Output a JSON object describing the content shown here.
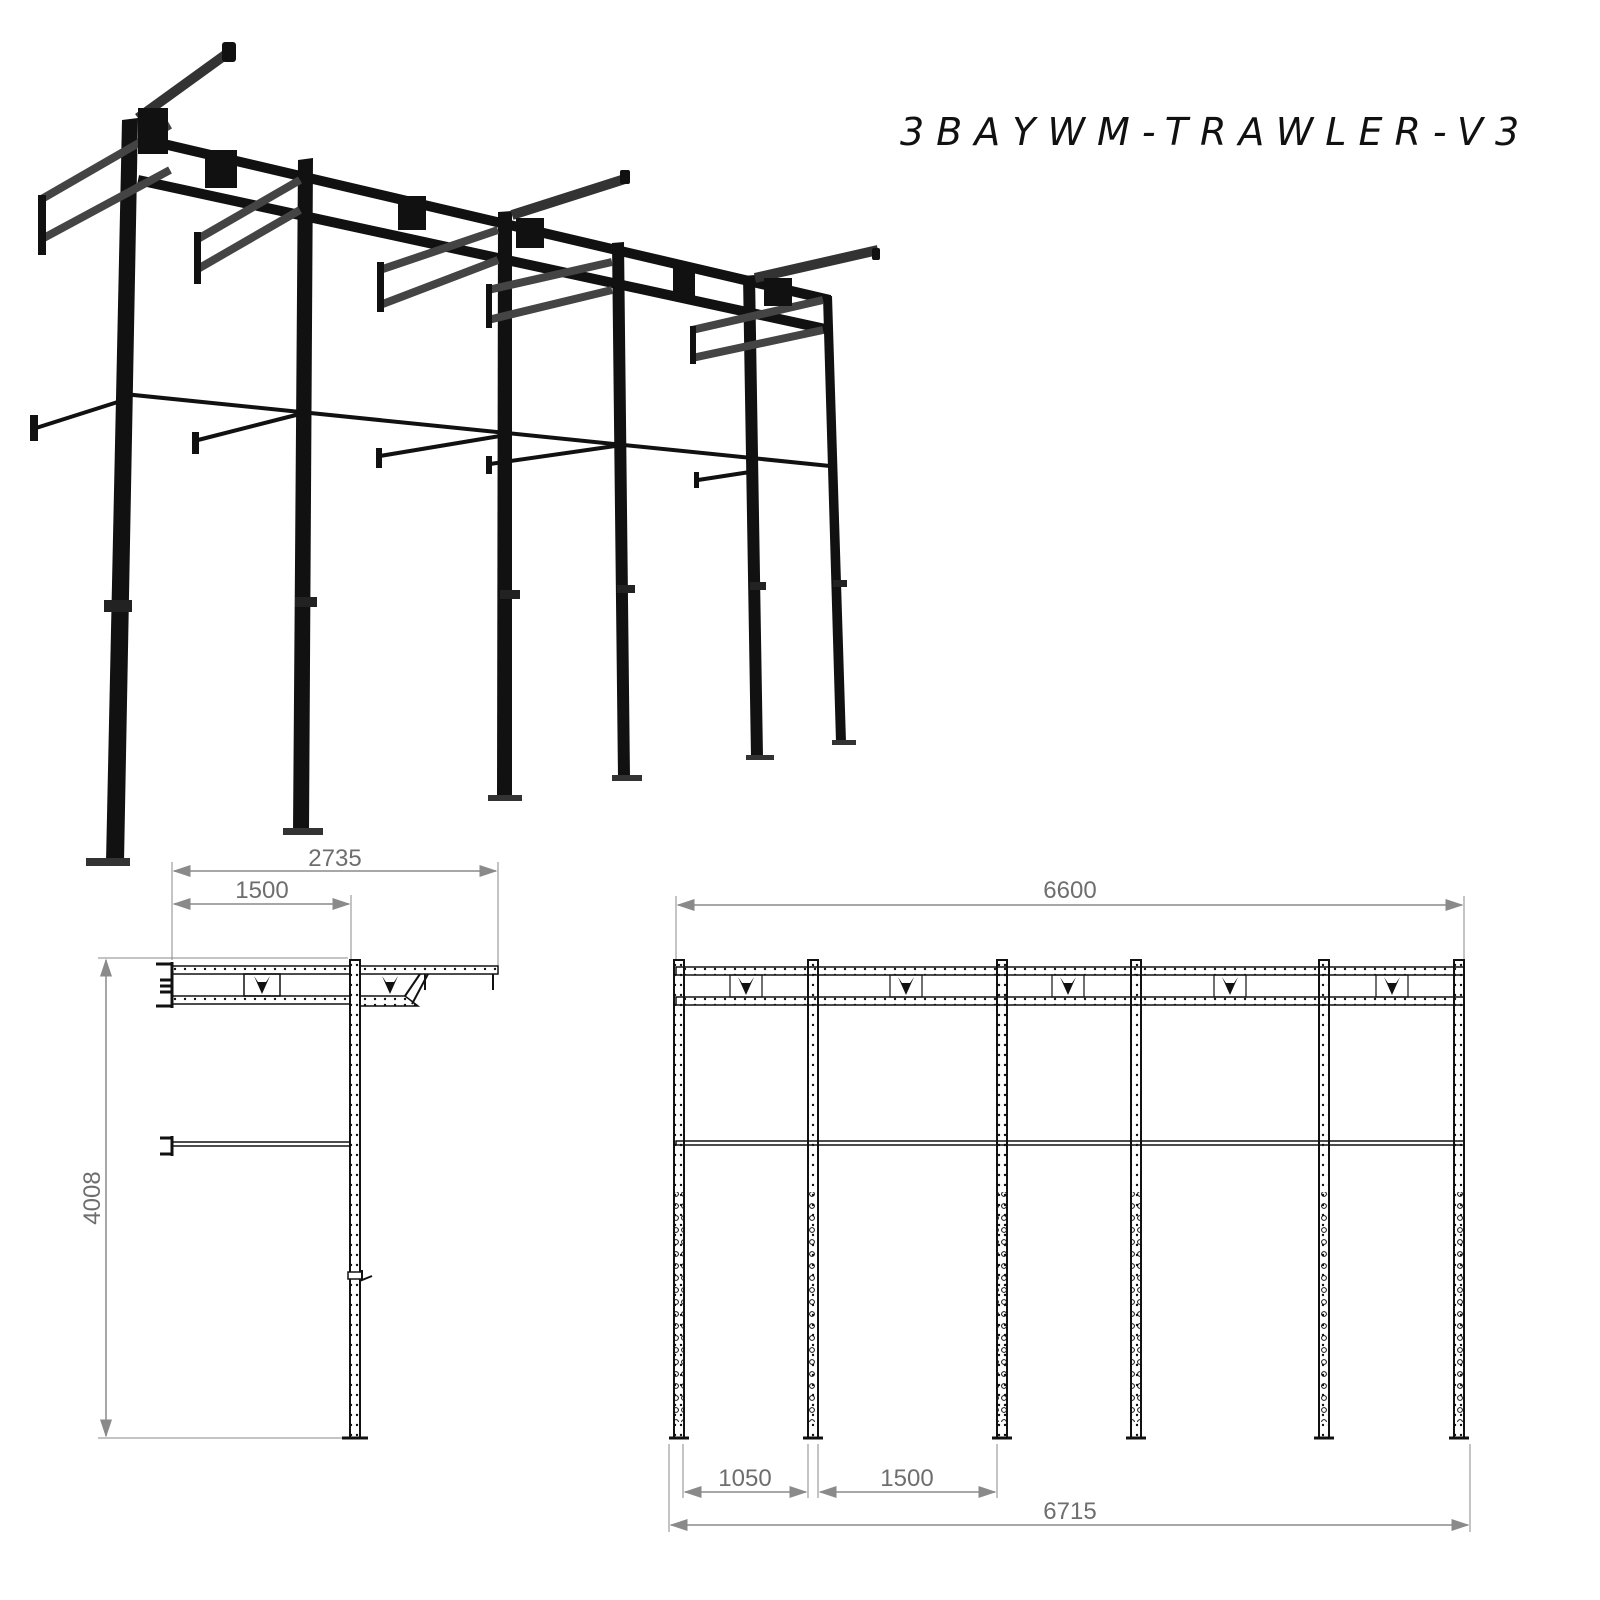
{
  "title": "3BAYWM-TRAWLER-V3",
  "colors": {
    "background": "#ffffff",
    "steel": "#111111",
    "dimension_line": "#8a8a8a",
    "dimension_text": "#6e6e6e"
  },
  "views": {
    "perspective": {
      "label": "3D perspective render",
      "uprights": 6,
      "logo_icon": "wolf-head-icon"
    },
    "side_elevation": {
      "dimensions": {
        "depth_total": "2735",
        "depth_wall_to_upright": "1500",
        "height": "4008"
      }
    },
    "front_elevation": {
      "uprights": 6,
      "dimensions": {
        "overall_top": "6600",
        "bay_small": "1050",
        "bay_large": "1500",
        "overall_bottom": "6715"
      }
    }
  }
}
